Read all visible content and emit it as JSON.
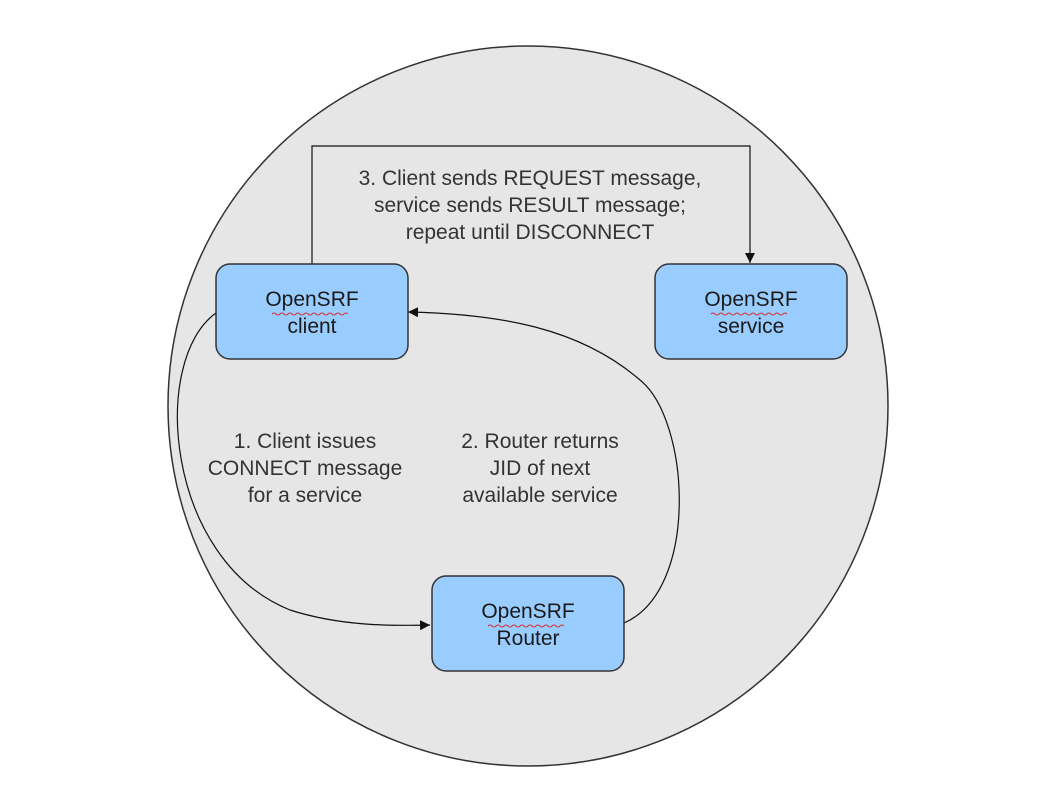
{
  "colors": {
    "background": "#ffffff",
    "circle_fill": "#e6e6e6",
    "circle_stroke": "#333333",
    "node_fill": "#99ccff",
    "node_stroke": "#333333",
    "edge": "#111111",
    "spellcheck_underline": "#d33333"
  },
  "nodes": {
    "client": {
      "line1": "OpenSRF",
      "line2": "client"
    },
    "service": {
      "line1": "OpenSRF",
      "line2": "service"
    },
    "router": {
      "line1": "OpenSRF",
      "line2": "Router"
    }
  },
  "edges": {
    "connect": {
      "lines": [
        "1. Client issues",
        "CONNECT message",
        "for a service"
      ]
    },
    "router_returns": {
      "lines": [
        "2. Router returns",
        "JID of next",
        "available service"
      ]
    },
    "request": {
      "lines": [
        "3. Client sends REQUEST message,",
        "service sends RESULT message;",
        "repeat until DISCONNECT"
      ]
    }
  }
}
